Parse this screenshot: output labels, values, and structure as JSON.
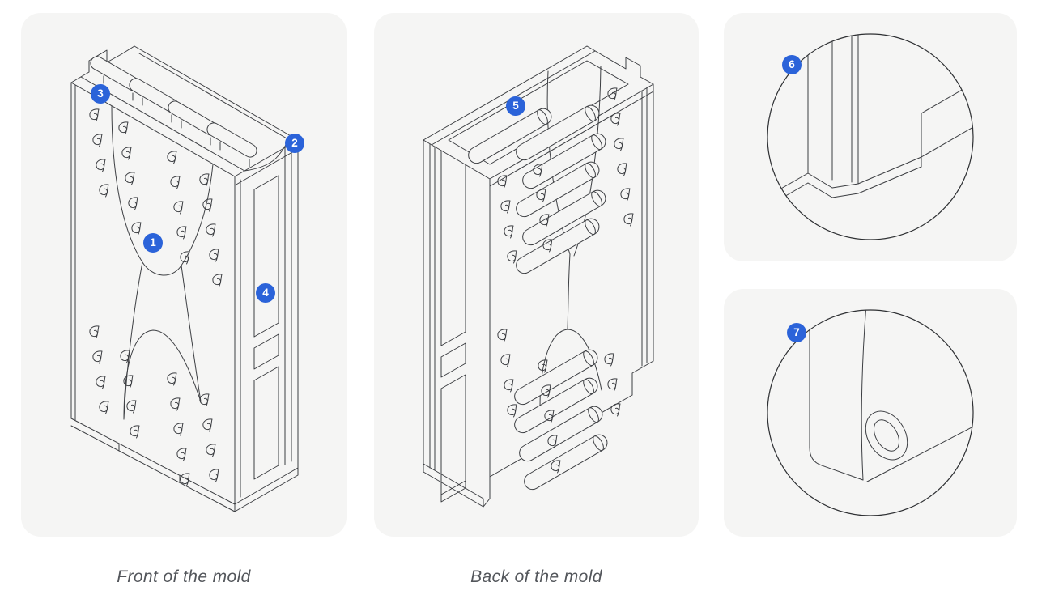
{
  "colors": {
    "page_bg": "#ffffff",
    "panel_bg": "#f5f5f4",
    "line": "#3c3e42",
    "marker_bg": "#2b63d9",
    "marker_text": "#ffffff",
    "caption_text": "#53565b",
    "detail_circle": "#2e3033"
  },
  "panels": {
    "front": {
      "caption": "Front of the mold",
      "markers": [
        {
          "label": "1"
        },
        {
          "label": "2"
        },
        {
          "label": "3"
        },
        {
          "label": "4"
        }
      ]
    },
    "back": {
      "caption": "Back of the mold",
      "markers": [
        {
          "label": "5"
        }
      ]
    },
    "detail_top": {
      "markers": [
        {
          "label": "6"
        }
      ]
    },
    "detail_bottom": {
      "markers": [
        {
          "label": "7"
        }
      ]
    }
  }
}
